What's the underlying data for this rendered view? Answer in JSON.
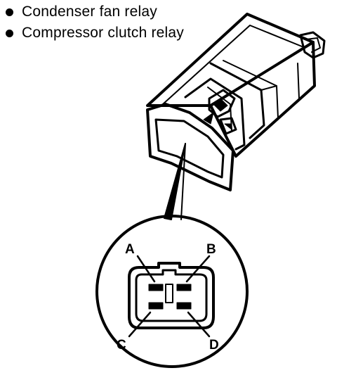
{
  "bullets": [
    {
      "label": "Condenser fan relay"
    },
    {
      "label": "Compressor clutch relay"
    }
  ],
  "terminal_labels": {
    "a": "A",
    "b": "B",
    "c": "C",
    "d": "D"
  },
  "colors": {
    "line": "#000000",
    "background": "#ffffff"
  }
}
